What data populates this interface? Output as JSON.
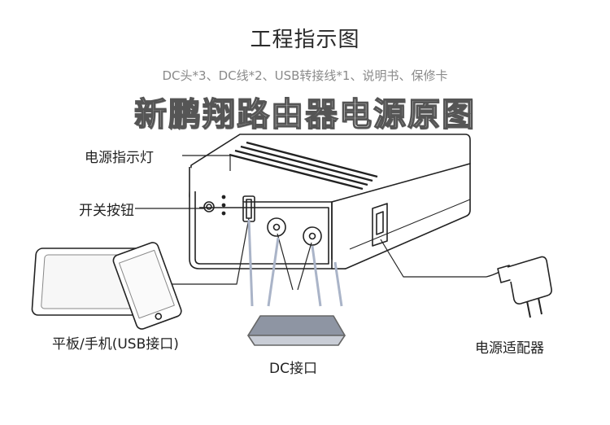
{
  "title": "工程指示图",
  "subtitle": "DC头*3、DC线*2、USB转接线*1、说明书、保修卡",
  "banner": "新鹏翔路由器电源原图",
  "labels": {
    "power_indicator": "电源指示灯",
    "power_button": "开关按钮",
    "tablet_phone": "平板/手机(USB接口)",
    "power_adapter": "电源适配器",
    "dc_port": "DC接口"
  },
  "icons": [
    "power-bank-device",
    "tablet-icon",
    "phone-icon",
    "router-icon",
    "power-adapter-icon"
  ]
}
